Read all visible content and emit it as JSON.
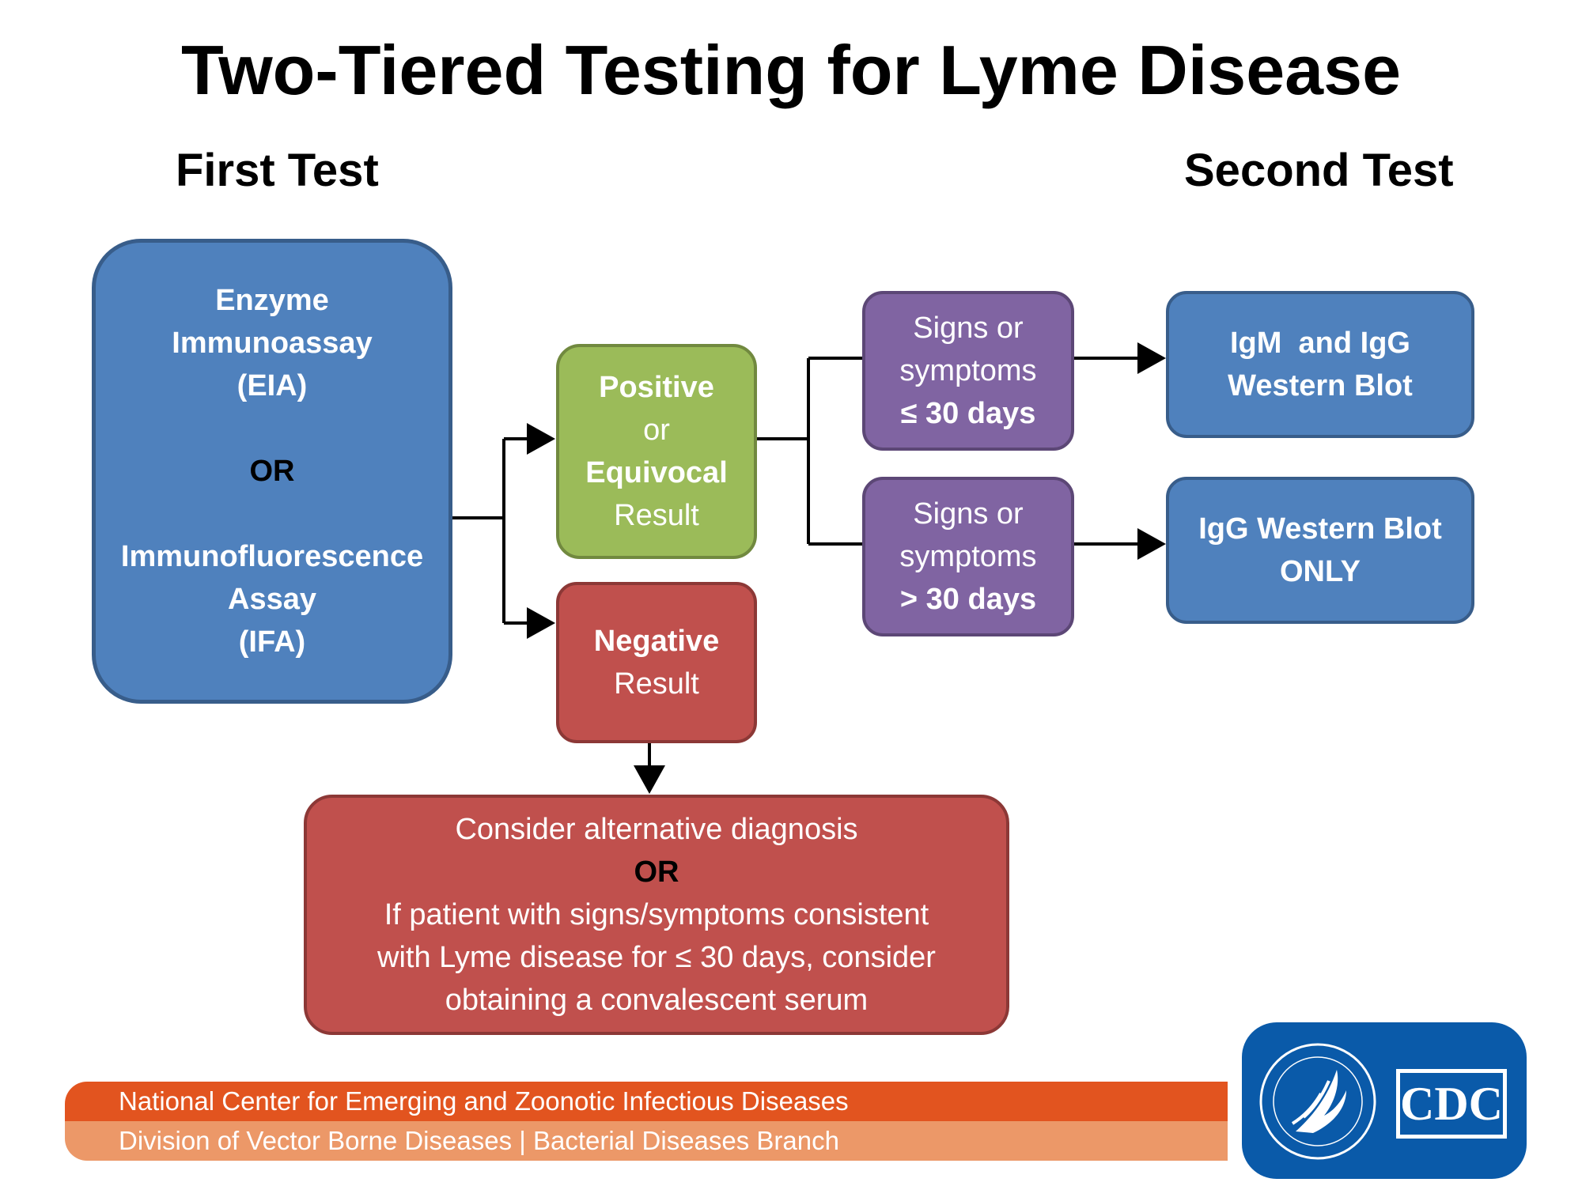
{
  "title": "Two-Tiered Testing for Lyme Disease",
  "headings": {
    "first_test": "First Test",
    "second_test": "Second Test"
  },
  "first_test_box": {
    "line1": "Enzyme",
    "line2": "Immunoassay",
    "line3": "(EIA)",
    "or": "OR",
    "line4": "Immunofluorescence",
    "line5": "Assay",
    "line6": "(IFA)"
  },
  "positive_box": {
    "line1": "Positive",
    "line2": "or",
    "line3": "Equivocal",
    "line4": "Result"
  },
  "negative_box": {
    "line1": "Negative",
    "line2": "Result"
  },
  "short_symptoms_box": {
    "line1": "Signs or",
    "line2": "symptoms",
    "line3": "≤ 30 days"
  },
  "long_symptoms_box": {
    "line1": "Signs or",
    "line2": "symptoms",
    "line3": "> 30 days"
  },
  "igm_igg_box": {
    "line1": "IgM  and IgG",
    "line2": "Western Blot"
  },
  "igg_only_box": {
    "line1": "IgG Western Blot",
    "line2": "ONLY"
  },
  "alternative_box": {
    "line1": "Consider alternative diagnosis",
    "or": "OR",
    "line2": "If patient with signs/symptoms consistent",
    "line3": "with Lyme disease for ≤ 30 days, consider",
    "line4": "obtaining a convalescent serum"
  },
  "footer": {
    "line1": "National Center for Emerging and Zoonotic Infectious Diseases",
    "line2": "Division of Vector Borne Diseases | Bacterial Diseases Branch"
  },
  "logo": {
    "agency": "CDC",
    "seal_icon": "hhs-eagle-icon"
  },
  "colors": {
    "blue": "#4f81bd",
    "green": "#9bbb59",
    "red": "#c0504d",
    "purple": "#8064a2",
    "footer_dark": "#e2541f",
    "footer_light": "#ec9868",
    "logo_blue": "#0a5aa9"
  }
}
